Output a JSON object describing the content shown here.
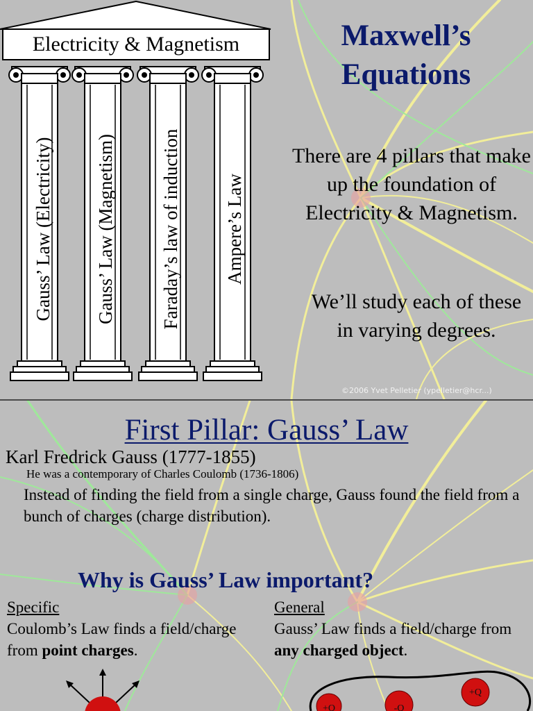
{
  "slide1": {
    "banner": "Electricity & Magnetism",
    "pillars": [
      {
        "label": "Gauss’ Law (Electricity)"
      },
      {
        "label": "Gauss’ Law (Magnetism)"
      },
      {
        "label": "Faraday’s law of induction"
      },
      {
        "label": "Ampere’s Law"
      }
    ],
    "title_line1": "Maxwell’s",
    "title_line2": "Equations",
    "paragraph1": "There are 4 pillars that make up the foundation of Electricity & Magnetism.",
    "paragraph2": "We’ll study each of these in varying degrees.",
    "copyright": "©2006 Yvet Pelletier (ypelletier@hcr...)"
  },
  "slide2": {
    "title": "First Pillar: Gauss’ Law",
    "person": "Karl Fredrick Gauss (1777-1855)",
    "contemporary": "He was a contemporary of Charles Coulomb (1736-1806)",
    "description": "Instead of finding the field from a single charge, Gauss found the field from a bunch of charges (charge distribution).",
    "question": "Why is Gauss’ Law important?",
    "specific": {
      "heading": "Specific",
      "text_before": "Coulomb’s Law finds a field/charge from ",
      "bold": "point charges",
      "text_after": "."
    },
    "general": {
      "heading": "General",
      "text_before": "Gauss’ Law finds a field/charge from ",
      "bold": "any charged object",
      "text_after": "."
    },
    "charge_labels": [
      "+Q",
      "+Q",
      "-Q"
    ]
  },
  "colors": {
    "title_blue": "#0b1a6b",
    "background_gray": "#bdbdbd",
    "field_line_yellow": "#f2ee9a",
    "field_line_green": "#9fe89a",
    "charge_red": "#d01010"
  }
}
